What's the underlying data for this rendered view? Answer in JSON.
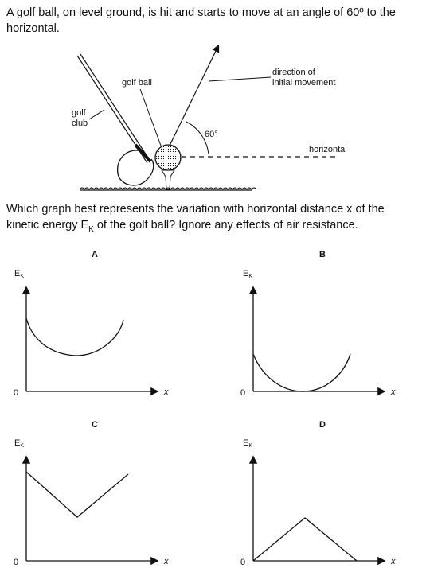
{
  "question": {
    "intro": "A golf ball, on level ground, is hit and starts to move at an angle of 60º to the horizontal.",
    "prompt": "Which graph best represents the variation with horizontal distance x of the kinetic energy EK of the golf ball? Ignore any effects of air resistance."
  },
  "diagram": {
    "label_golf_ball": "golf ball",
    "label_golf_club_1": "golf",
    "label_golf_club_2": "club",
    "label_direction_1": "direction of",
    "label_direction_2": "initial movement",
    "label_angle": "60°",
    "label_horizontal": "horizontal"
  },
  "graphs": [
    {
      "letter": "A",
      "ylabel": "E",
      "ysub": "K",
      "origin": "0",
      "xlabel": "x",
      "shape": "curve-min-raised"
    },
    {
      "letter": "B",
      "ylabel": "E",
      "ysub": "K",
      "origin": "0",
      "xlabel": "x",
      "shape": "curve-min-zero"
    },
    {
      "letter": "C",
      "ylabel": "E",
      "ysub": "K",
      "origin": "0",
      "xlabel": "x",
      "shape": "v-shape-raised"
    },
    {
      "letter": "D",
      "ylabel": "E",
      "ysub": "K",
      "origin": "0",
      "xlabel": "x",
      "shape": "peak-from-zero"
    }
  ]
}
